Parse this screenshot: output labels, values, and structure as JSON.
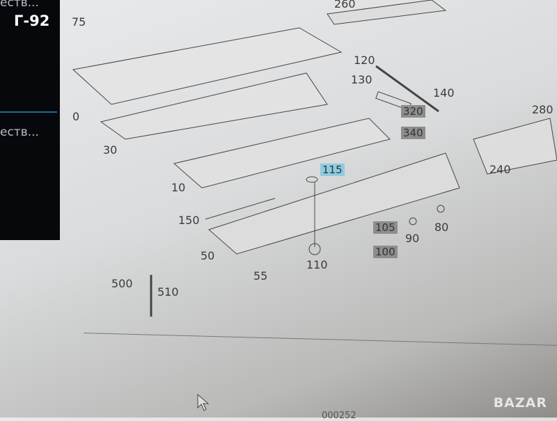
{
  "sidebar": {
    "items": [
      {
        "label": "еств..."
      },
      {
        "label": "еств..."
      }
    ]
  },
  "overlay_tag": "Г-92",
  "diagram": {
    "labels": [
      "75",
      "0",
      "30",
      "10",
      "150",
      "50",
      "55",
      "110",
      "90",
      "80",
      "120",
      "130",
      "140",
      "280",
      "240",
      "260",
      "500",
      "510"
    ],
    "highlighted": [
      {
        "label": "115",
        "color": "#8fcbe0"
      },
      {
        "label": "105",
        "color": "#8d8d8d"
      },
      {
        "label": "100",
        "color": "#8d8d8d"
      },
      {
        "label": "320",
        "color": "#8d8d8d"
      },
      {
        "label": "340",
        "color": "#8d8d8d"
      }
    ],
    "part_number_fragment": "000252"
  },
  "watermark": "BAZAR"
}
